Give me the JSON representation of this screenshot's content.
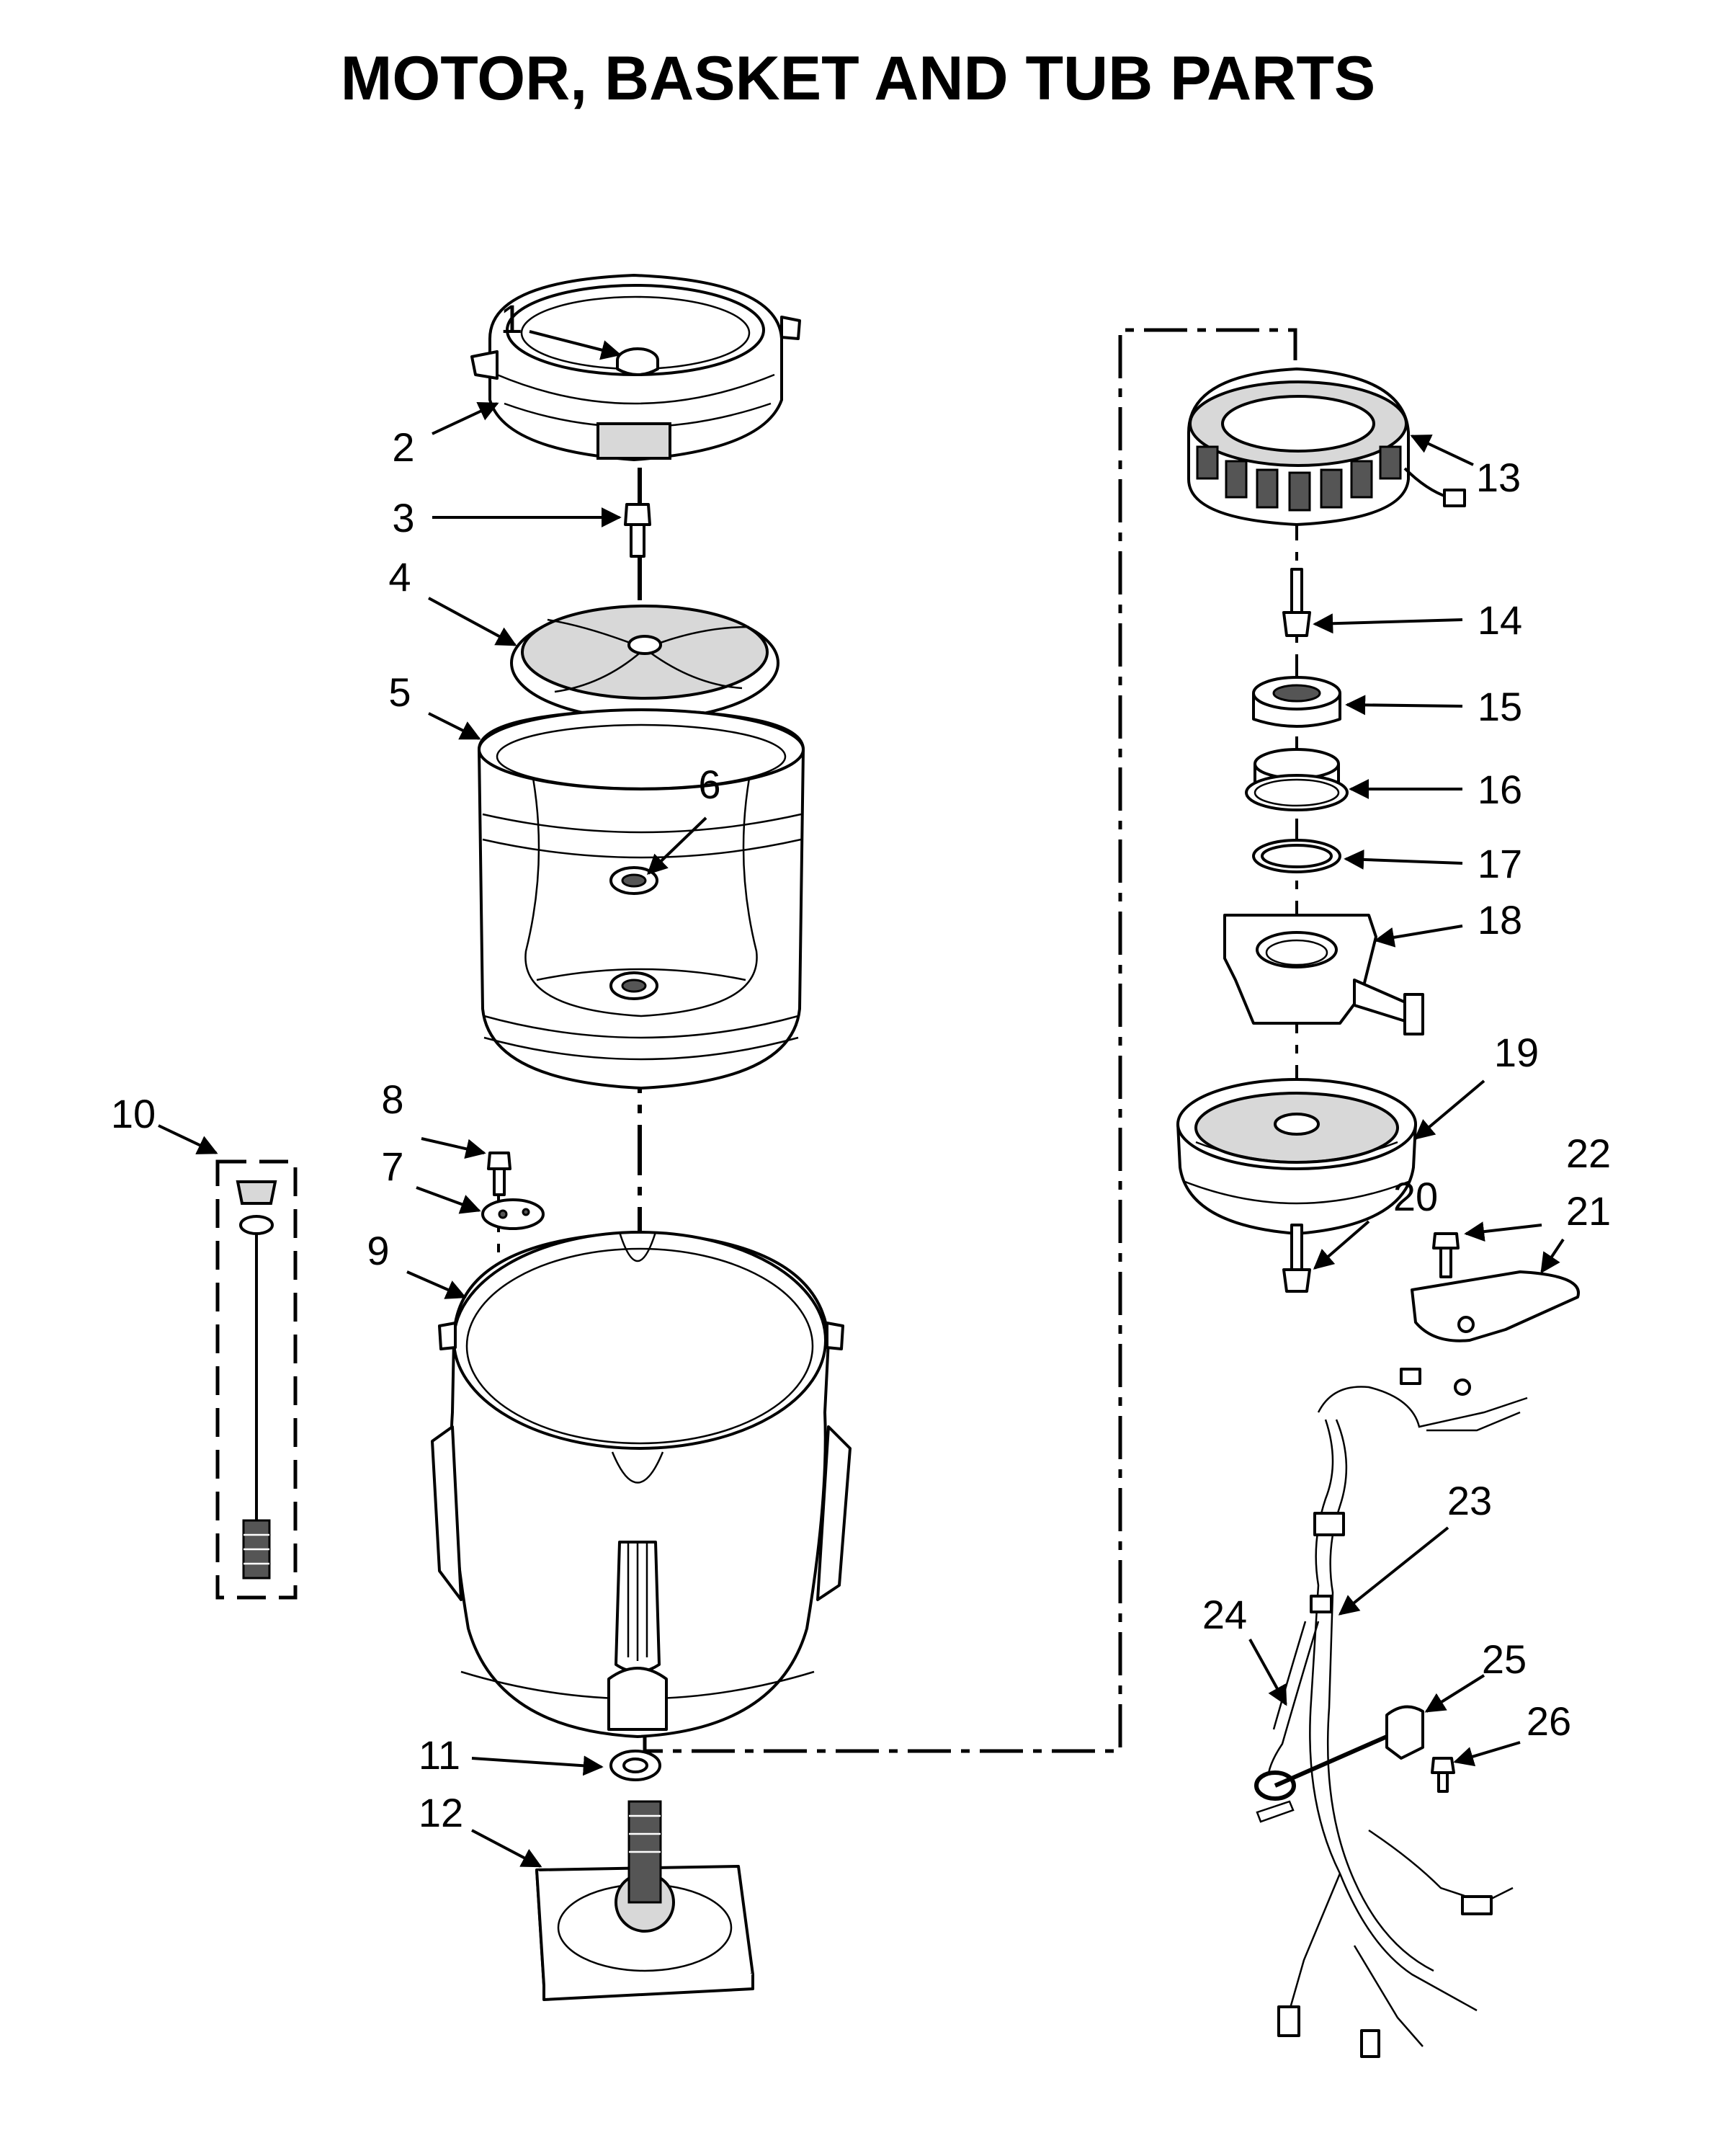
{
  "title": "MOTOR, BASKET AND TUB PARTS",
  "callouts": [
    {
      "id": "1",
      "label": "1",
      "part": "basket-cap"
    },
    {
      "id": "2",
      "label": "2",
      "part": "balance-ring"
    },
    {
      "id": "3",
      "label": "3",
      "part": "bolt"
    },
    {
      "id": "4",
      "label": "4",
      "part": "impeller"
    },
    {
      "id": "5",
      "label": "5",
      "part": "basket"
    },
    {
      "id": "6",
      "label": "6",
      "part": "basket-hub"
    },
    {
      "id": "7",
      "label": "7",
      "part": "washer-plate"
    },
    {
      "id": "8",
      "label": "8",
      "part": "screw"
    },
    {
      "id": "9",
      "label": "9",
      "part": "outer-tub"
    },
    {
      "id": "10",
      "label": "10",
      "part": "suspension-rod-kit"
    },
    {
      "id": "11",
      "label": "11",
      "part": "seal"
    },
    {
      "id": "12",
      "label": "12",
      "part": "gearcase-mounting-plate"
    },
    {
      "id": "13",
      "label": "13",
      "part": "stator"
    },
    {
      "id": "14",
      "label": "14",
      "part": "stator-bolt"
    },
    {
      "id": "15",
      "label": "15",
      "part": "bearing"
    },
    {
      "id": "16",
      "label": "16",
      "part": "bearing-housing"
    },
    {
      "id": "17",
      "label": "17",
      "part": "retaining-ring"
    },
    {
      "id": "18",
      "label": "18",
      "part": "motor-mount-bracket"
    },
    {
      "id": "19",
      "label": "19",
      "part": "rotor"
    },
    {
      "id": "20",
      "label": "20",
      "part": "rotor-bolt"
    },
    {
      "id": "21",
      "label": "21",
      "part": "shield"
    },
    {
      "id": "22",
      "label": "22",
      "part": "shield-screw"
    },
    {
      "id": "23",
      "label": "23",
      "part": "wire-harness"
    },
    {
      "id": "24",
      "label": "24",
      "part": "hose"
    },
    {
      "id": "25",
      "label": "25",
      "part": "clip"
    },
    {
      "id": "26",
      "label": "26",
      "part": "clip-screw"
    }
  ]
}
